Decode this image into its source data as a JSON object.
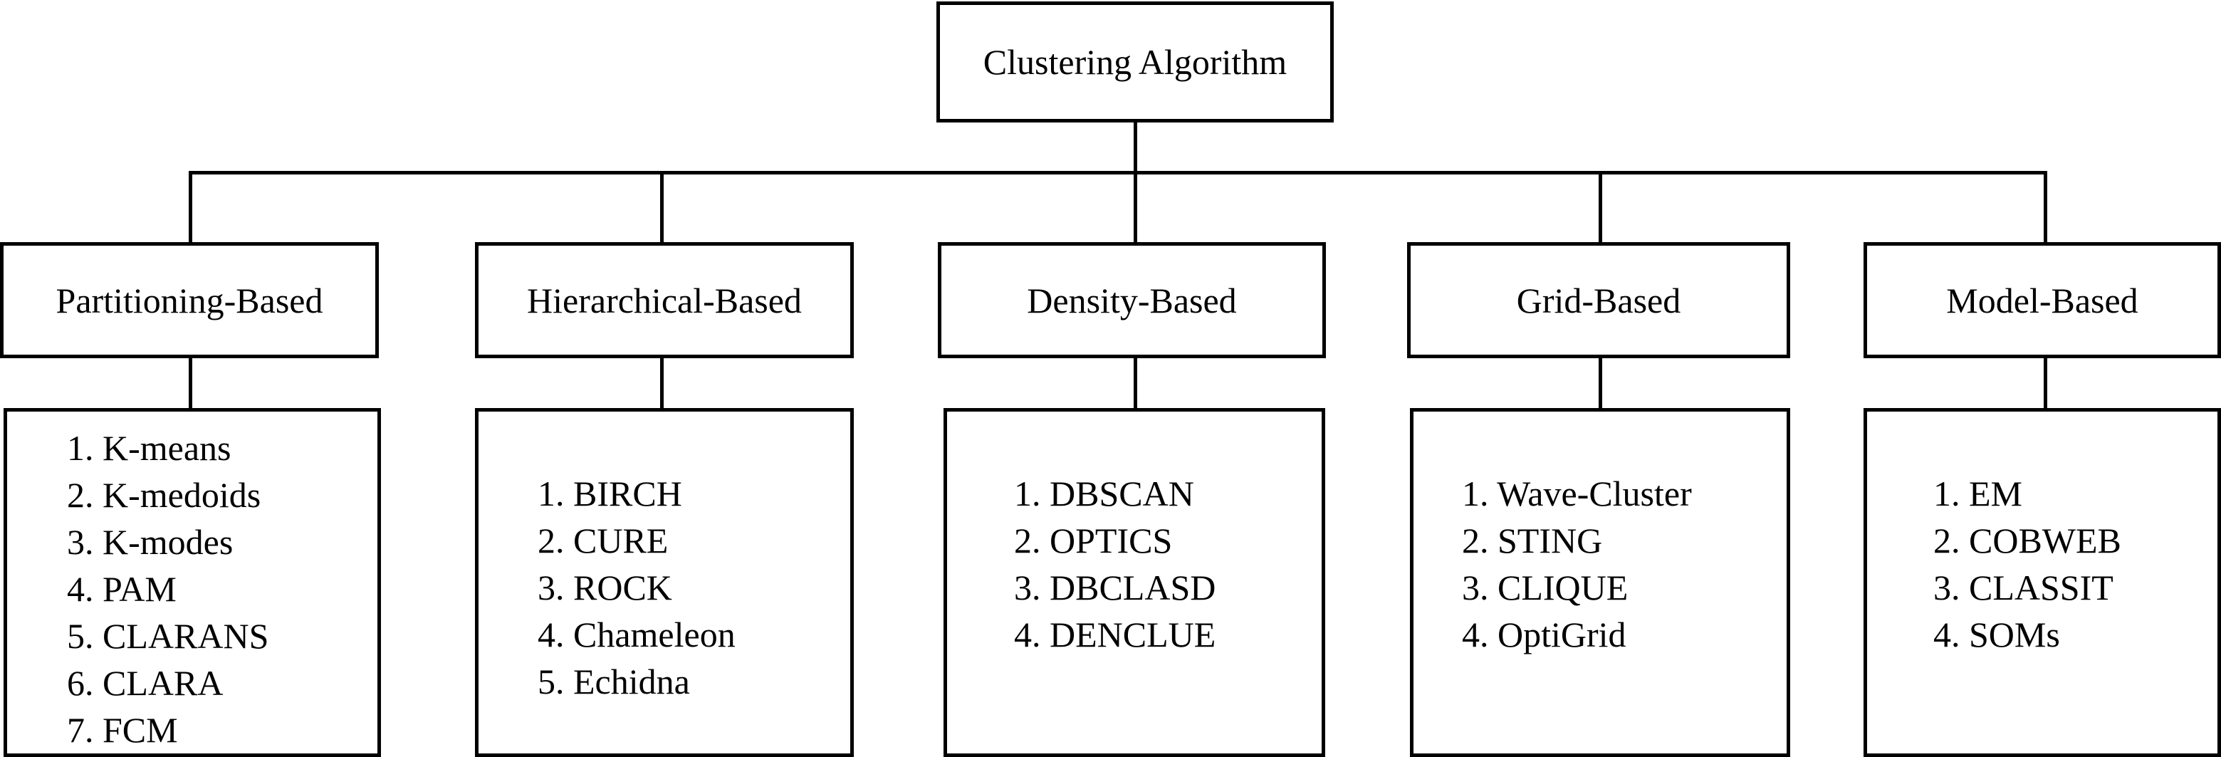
{
  "root": {
    "label": "Clustering Algorithm"
  },
  "categories": [
    {
      "label": "Partitioning-Based",
      "items": [
        "1. K-means",
        "2. K-medoids",
        "3. K-modes",
        "4. PAM",
        "5. CLARANS",
        "6. CLARA",
        "7. FCM"
      ]
    },
    {
      "label": "Hierarchical-Based",
      "items": [
        "1. BIRCH",
        "2. CURE",
        "3. ROCK",
        "4. Chameleon",
        "5. Echidna"
      ]
    },
    {
      "label": "Density-Based",
      "items": [
        "1. DBSCAN",
        "2. OPTICS",
        "3. DBCLASD",
        "4. DENCLUE"
      ]
    },
    {
      "label": "Grid-Based",
      "items": [
        "1. Wave-Cluster",
        "2. STING",
        "3. CLIQUE",
        "4. OptiGrid"
      ]
    },
    {
      "label": "Model-Based",
      "items": [
        "1. EM",
        "2. COBWEB",
        "3. CLASSIT",
        "4. SOMs"
      ]
    }
  ]
}
